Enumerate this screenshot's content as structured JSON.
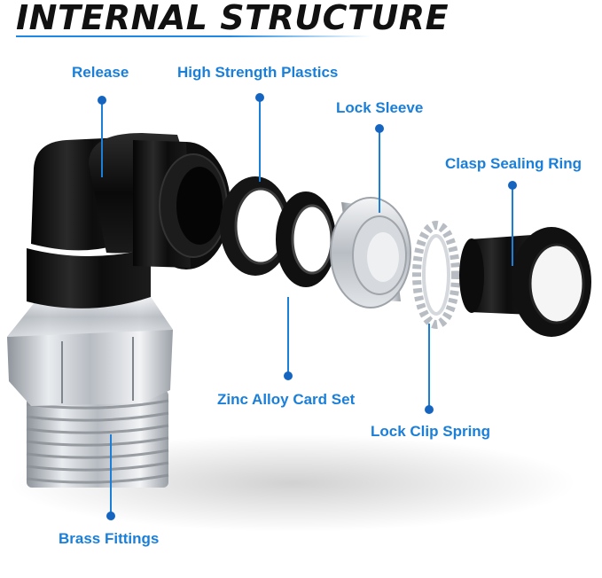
{
  "title": "INTERNAL STRUCTURE",
  "colors": {
    "accent": "#1a7fd9",
    "dot": "#1565c0",
    "part_black": "#141414",
    "part_silver": "#c8ccd2",
    "background": "#ffffff"
  },
  "labels": {
    "release": "Release",
    "high_strength_plastics": "High Strength Plastics",
    "lock_sleeve": "Lock Sleeve",
    "clasp_sealing_ring": "Clasp Sealing Ring",
    "zinc_alloy_card_set": "Zinc Alloy Card Set",
    "lock_clip_spring": "Lock Clip Spring",
    "brass_fittings": "Brass Fittings"
  }
}
